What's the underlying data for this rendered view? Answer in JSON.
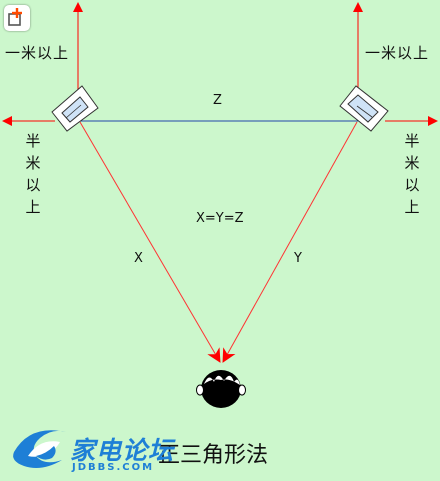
{
  "labels": {
    "top_left": "一米以上",
    "top_right": "一米以上",
    "side_left": [
      "半",
      "米",
      "以",
      "上"
    ],
    "side_right": [
      "半",
      "米",
      "以",
      "上"
    ],
    "z": "Z",
    "x": "X",
    "y": "Y",
    "equation": "X=Y=Z",
    "caption": "正三角形法"
  },
  "watermark": {
    "brand": "家电论坛",
    "url": "JDBBS.COM"
  },
  "colors": {
    "background": "#ccf7cc",
    "arrow": "#ff0000",
    "baseline": "#2244aa",
    "triangle_side": "#ff3333",
    "speaker_fill": "#cfe3f7",
    "logo_blue": "#1e7fd6"
  },
  "icons": {
    "expand": "expand-plus-icon",
    "speaker_left": "speaker-icon",
    "speaker_right": "speaker-icon",
    "listener": "listener-head-icon",
    "logo": "jdbbs-logo-icon"
  }
}
